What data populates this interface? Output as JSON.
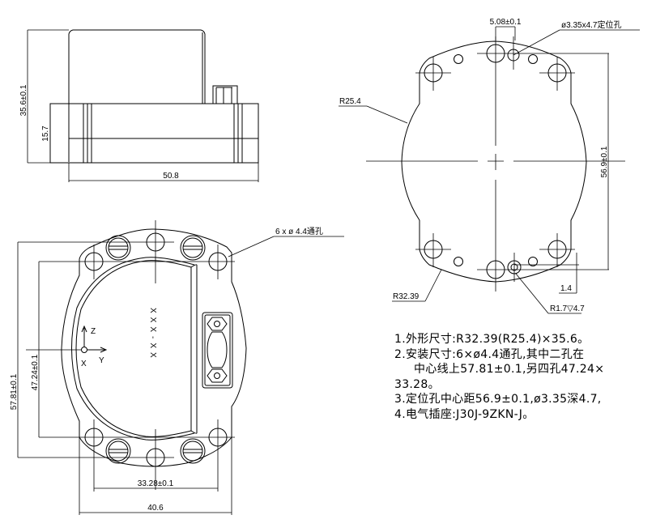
{
  "side_view": {
    "height_total": "35.6±0.1",
    "height_base": "15.7",
    "width": "50.8"
  },
  "front_view": {
    "holes_label": "6 x ø 4.4通孔",
    "outer_vertical": "57.81±0.1",
    "inner_vertical": "47.24±0.1",
    "horizontal_inner": "33.28±0.1",
    "horizontal_outer": "40.6",
    "marking": "XXX-XX",
    "axis_z": "Z",
    "axis_y": "Y",
    "axis_x": "X"
  },
  "back_view": {
    "offset": "5.08±0.1",
    "locating_hole": "ø3.35x4.7定位孔",
    "radius_small": "R25.4",
    "radius_large": "R32.39",
    "center_distance": "56.9±0.1",
    "offset_small": "1.4",
    "hole_radius": "R1.7▽4.7"
  },
  "notes": [
    "1.外形尺寸:R32.39(R25.4)×35.6。",
    "2.安装尺寸:6×ø4.4通孔,其中二孔在",
    "中心线上57.81±0.1,另四孔47.24×",
    "33.28。",
    "3.定位孔中心距56.9±0.1,ø3.35深4.7,",
    "4.电气插座:J30J-9ZKN-J。"
  ]
}
